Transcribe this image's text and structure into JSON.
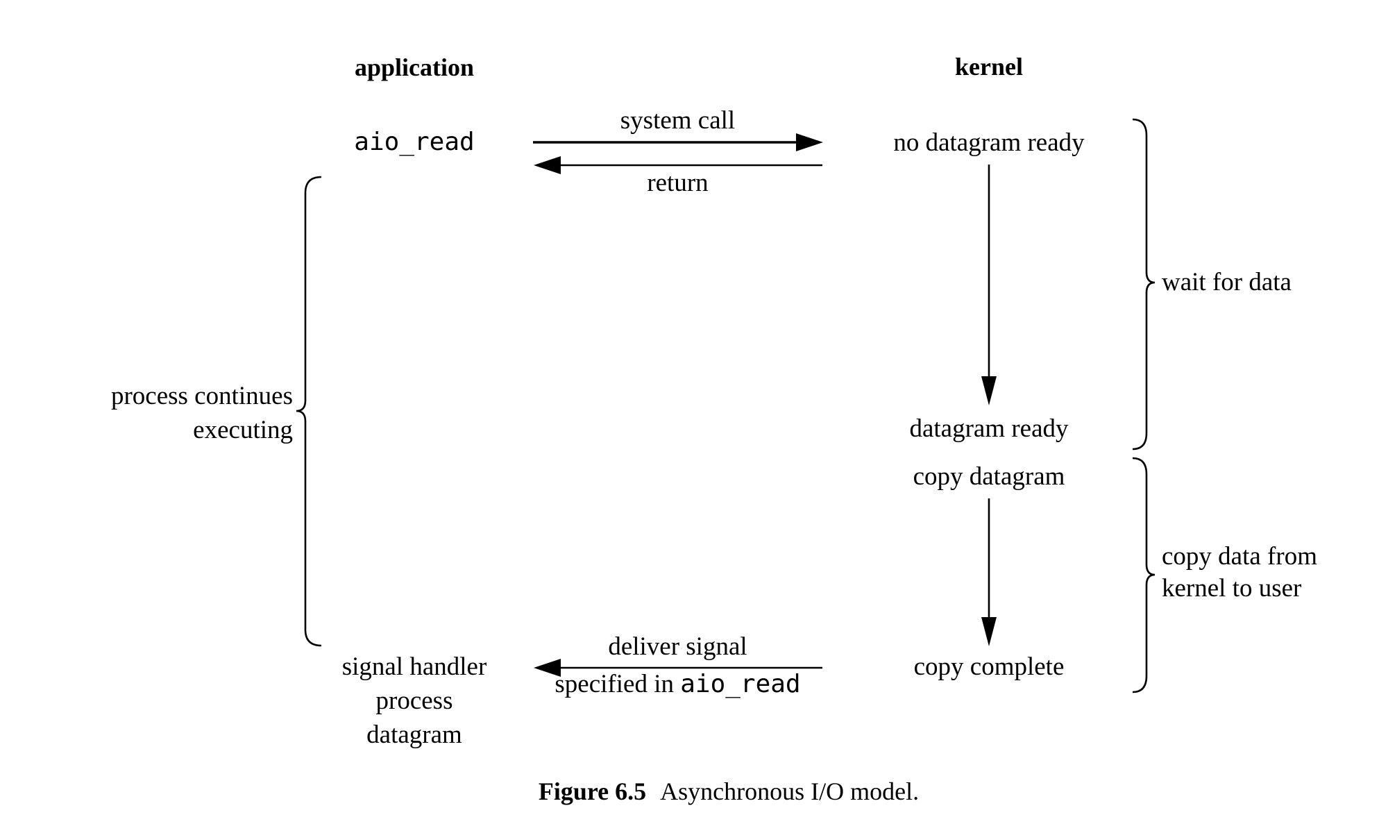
{
  "diagram": {
    "columns": {
      "application": "application",
      "kernel": "kernel"
    },
    "application_nodes": {
      "aio_read": "aio_read",
      "signal_handler_lines": [
        "signal handler",
        "process",
        "datagram"
      ]
    },
    "kernel_nodes": {
      "no_datagram_ready": "no datagram ready",
      "datagram_ready": "datagram ready",
      "copy_datagram": "copy datagram",
      "copy_complete": "copy complete"
    },
    "arrows": {
      "system_call": "system call",
      "return_label": "return",
      "deliver_signal_line1": "deliver signal",
      "deliver_signal_line2_prefix": "specified in ",
      "deliver_signal_line2_code": "aio_read"
    },
    "brace_labels": {
      "left_line1": "process continues",
      "left_line2": "executing",
      "wait_for_data": "wait for data",
      "copy_line1": "copy data from",
      "copy_line2": "kernel to user"
    },
    "caption": {
      "figure_number": "Figure 6.5",
      "title": "Asynchronous I/O model."
    }
  },
  "colors": {
    "background": "#ffffff",
    "ink": "#000000"
  }
}
